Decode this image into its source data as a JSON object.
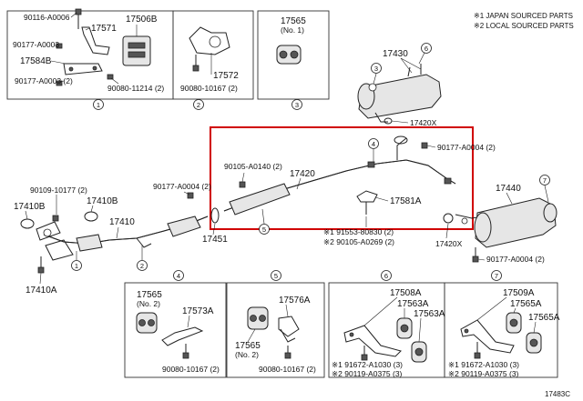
{
  "notes": {
    "japan": "※1 JAPAN SOURCED PARTS",
    "local": "※2 LOCAL SOURCED PARTS"
  },
  "figure_code": "17483C",
  "callouts": {
    "c1": "1",
    "c2": "2",
    "c3": "3",
    "c4": "4",
    "c5": "5",
    "c6": "6",
    "c7": "7"
  },
  "box1": {
    "p90116": "90116-A0006",
    "p17571": "17571",
    "p17506B": "17506B",
    "p90177a": "90177-A0003",
    "p17584B": "17584B",
    "p90177b": "90177-A0003 (2)",
    "p90080": "90080-11214 (2)"
  },
  "box2": {
    "p17572": "17572",
    "p90080": "90080-10167 (2)"
  },
  "box3": {
    "p17565": "17565",
    "sub": "(No. 1)"
  },
  "main": {
    "p17430": "17430",
    "p17420X_top": "17420X",
    "p90177_mid": "90177-A0004 (2)",
    "p90105_0140": "90105-A0140 (2)",
    "p17420": "17420",
    "p17581A": "17581A",
    "p91553": "※1 91553-80830 (2)",
    "p90105_0269": "※2 90105-A0269 (2)",
    "p17451": "17451",
    "p90177_left": "90177-A0004 (2)",
    "p90109": "90109-10177 (2)",
    "p17410B_a": "17410B",
    "p17410B_b": "17410B",
    "p17410": "17410",
    "p17410A": "17410A",
    "p17440": "17440",
    "p17420X_bot": "17420X",
    "p90177_right": "90177-A0004 (2)"
  },
  "box4": {
    "p17565": "17565",
    "sub": "(No. 2)",
    "p17573A": "17573A",
    "p90080": "90080-10167 (2)"
  },
  "box5": {
    "p17576A": "17576A",
    "p17565": "17565",
    "sub": "(No. 2)",
    "p90080": "90080-10167 (2)"
  },
  "box6": {
    "p17508A": "17508A",
    "p17563A_a": "17563A",
    "p17563A_b": "17563A",
    "p91672": "※1 91672-A1030 (3)",
    "p90119": "※2 90119-A0375 (3)"
  },
  "box7": {
    "p17509A": "17509A",
    "p17565A_a": "17565A",
    "p17565A_b": "17565A",
    "p91672": "※1 91672-A1030 (3)",
    "p90119": "※2 90119-A0375 (3)"
  }
}
